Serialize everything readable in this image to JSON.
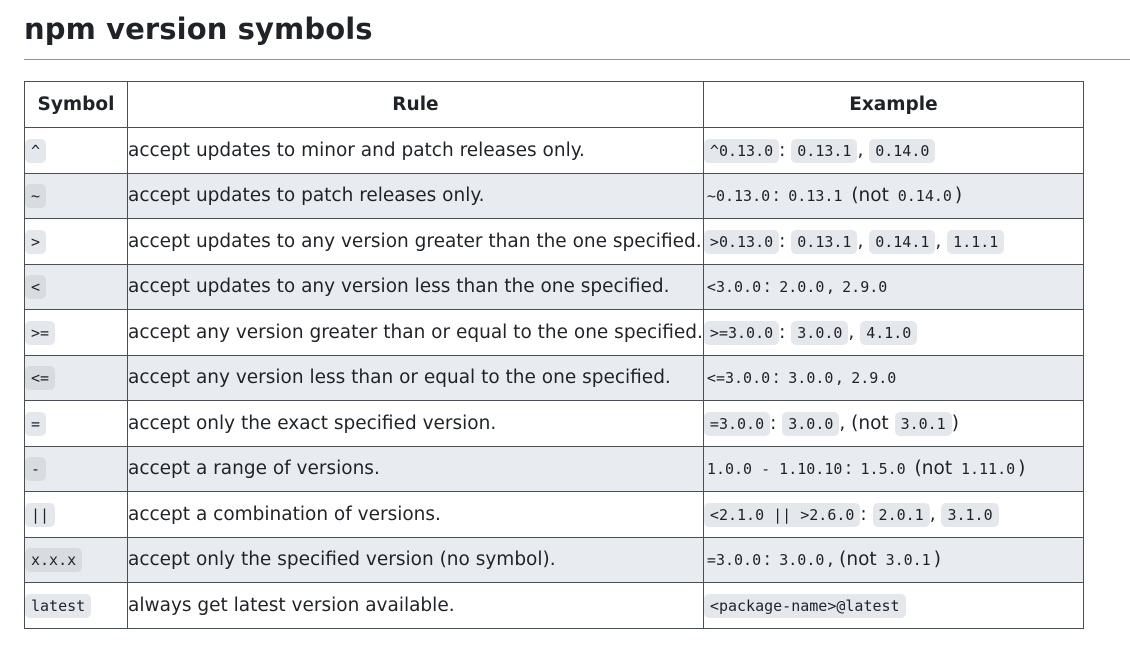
{
  "title": "npm version symbols",
  "headers": {
    "symbol": "Symbol",
    "rule": "Rule",
    "example": "Example"
  },
  "rows": [
    {
      "symbol": "^",
      "rule": "accept updates to minor and patch releases only.",
      "example": [
        {
          "code": "^0.13.0"
        },
        {
          "text": ": "
        },
        {
          "code": "0.13.1"
        },
        {
          "text": ", "
        },
        {
          "code": "0.14.0"
        }
      ]
    },
    {
      "symbol": "~",
      "rule": "accept updates to patch releases only.",
      "example": [
        {
          "code": "~0.13.0"
        },
        {
          "text": ": "
        },
        {
          "code": "0.13.1"
        },
        {
          "text": " (not "
        },
        {
          "code": "0.14.0"
        },
        {
          "text": ")"
        }
      ]
    },
    {
      "symbol": ">",
      "rule": "accept updates to any version greater than the one specified.",
      "example": [
        {
          "code": ">0.13.0"
        },
        {
          "text": ": "
        },
        {
          "code": "0.13.1"
        },
        {
          "text": ", "
        },
        {
          "code": "0.14.1"
        },
        {
          "text": ", "
        },
        {
          "code": "1.1.1"
        }
      ]
    },
    {
      "symbol": "<",
      "rule": "accept updates to any version less than the one specified.",
      "example": [
        {
          "code": "<3.0.0"
        },
        {
          "text": ": "
        },
        {
          "code": "2.0.0"
        },
        {
          "text": ", "
        },
        {
          "code": "2.9.0"
        }
      ]
    },
    {
      "symbol": ">=",
      "rule": "accept any version greater than or equal to the one specified.",
      "example": [
        {
          "code": ">=3.0.0"
        },
        {
          "text": ": "
        },
        {
          "code": "3.0.0"
        },
        {
          "text": ", "
        },
        {
          "code": "4.1.0"
        }
      ]
    },
    {
      "symbol": "<=",
      "rule": "accept any version less than or equal to the one specified.",
      "example": [
        {
          "code": "<=3.0.0"
        },
        {
          "text": ": "
        },
        {
          "code": "3.0.0"
        },
        {
          "text": ", "
        },
        {
          "code": "2.9.0"
        }
      ]
    },
    {
      "symbol": "=",
      "rule": "accept only the exact specified version.",
      "example": [
        {
          "code": "=3.0.0"
        },
        {
          "text": ": "
        },
        {
          "code": "3.0.0"
        },
        {
          "text": ", (not "
        },
        {
          "code": "3.0.1"
        },
        {
          "text": ")"
        }
      ]
    },
    {
      "symbol": "-",
      "rule": "accept a range of versions.",
      "example": [
        {
          "code": "1.0.0 - 1.10.10"
        },
        {
          "text": ": "
        },
        {
          "code": "1.5.0"
        },
        {
          "text": " (not "
        },
        {
          "code": "1.11.0"
        },
        {
          "text": ")"
        }
      ]
    },
    {
      "symbol": "||",
      "rule": "accept a combination of versions.",
      "example": [
        {
          "code": "<2.1.0 || >2.6.0"
        },
        {
          "text": ": "
        },
        {
          "code": "2.0.1"
        },
        {
          "text": ", "
        },
        {
          "code": "3.1.0"
        }
      ]
    },
    {
      "symbol": "x.x.x",
      "rule": "accept only the specified version (no symbol).",
      "example": [
        {
          "code": "=3.0.0"
        },
        {
          "text": ": "
        },
        {
          "code": "3.0.0"
        },
        {
          "text": ", (not "
        },
        {
          "code": "3.0.1"
        },
        {
          "text": ")"
        }
      ]
    },
    {
      "symbol": "latest",
      "rule": "always get latest version available.",
      "example": [
        {
          "code": "<package-name>@latest"
        }
      ]
    }
  ]
}
